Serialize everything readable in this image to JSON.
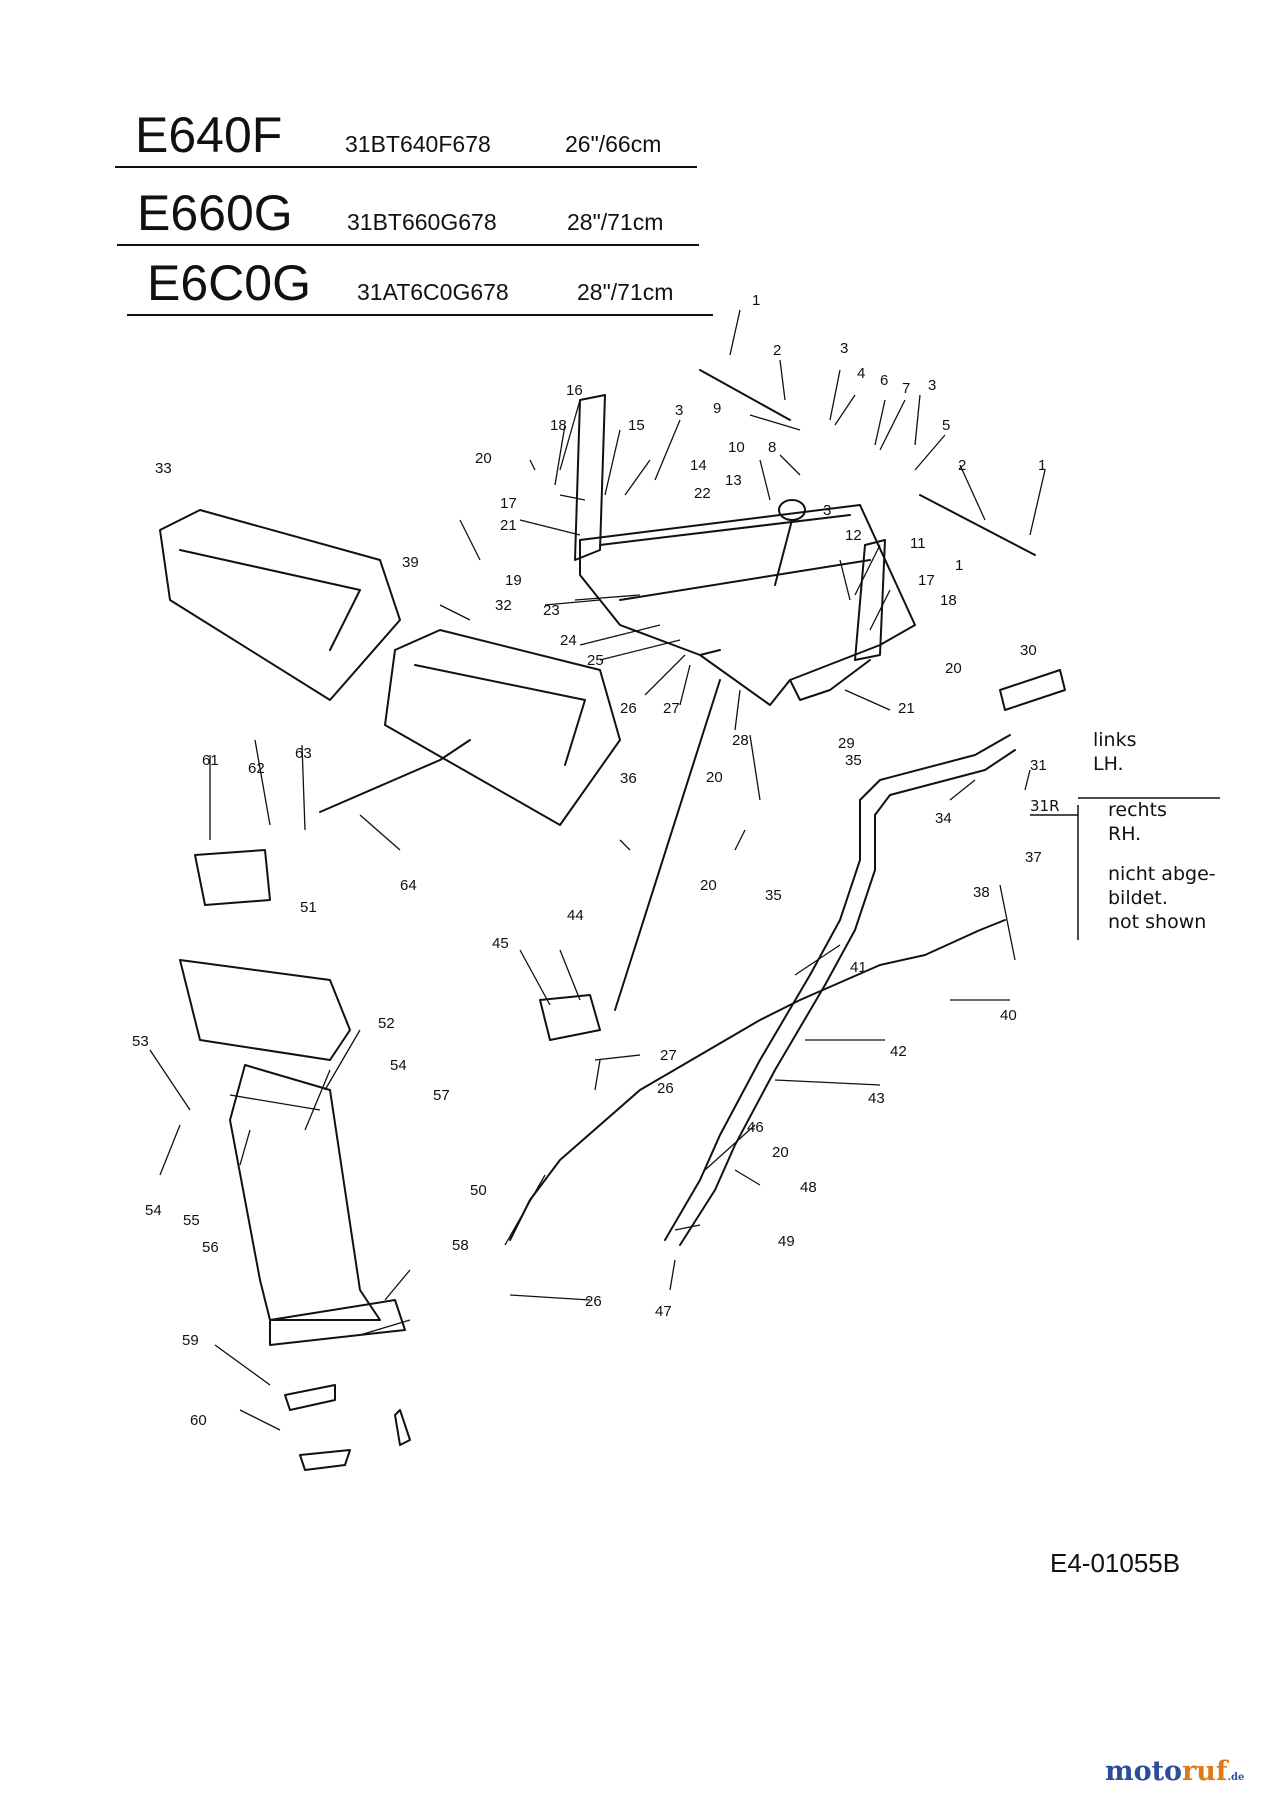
{
  "models": [
    {
      "name": "E640F",
      "code": "31BT640F678",
      "size": "26\"/66cm"
    },
    {
      "name": "E660G",
      "code": "31BT660G678",
      "size": "28\"/71cm"
    },
    {
      "name": "E6C0G",
      "code": "31AT6C0G678",
      "size": "28\"/71cm"
    }
  ],
  "side_notes": {
    "left_lines": [
      "links",
      "LH."
    ],
    "ref": "31R",
    "right_lines": [
      "rechts",
      "RH."
    ],
    "not_shown_lines": [
      "nicht abge-",
      "bildet.",
      "not shown"
    ]
  },
  "drawing_number": "E4-01055B",
  "brand": {
    "main": "moto",
    "accent": "ruf",
    "suffix": ".de"
  },
  "part_labels": [
    "1",
    "2",
    "3",
    "4",
    "6",
    "7",
    "3",
    "9",
    "8",
    "5",
    "10",
    "2",
    "1",
    "16",
    "18",
    "15",
    "3",
    "20",
    "14",
    "13",
    "3",
    "17",
    "22",
    "12",
    "11",
    "21",
    "1",
    "33",
    "39",
    "19",
    "17",
    "32",
    "23",
    "18",
    "24",
    "25",
    "20",
    "26",
    "27",
    "21",
    "28",
    "29",
    "30",
    "31",
    "35",
    "20",
    "36",
    "34",
    "61",
    "62",
    "63",
    "64",
    "37",
    "38",
    "20",
    "35",
    "51",
    "44",
    "45",
    "41",
    "40",
    "27",
    "42",
    "53",
    "52",
    "26",
    "43",
    "54",
    "57",
    "46",
    "20",
    "48",
    "54",
    "55",
    "56",
    "50",
    "49",
    "58",
    "26",
    "47",
    "59",
    "60"
  ],
  "colors": {
    "line": "#111111",
    "brand_blue": "#2b4d9a",
    "brand_orange": "#e07a18"
  }
}
